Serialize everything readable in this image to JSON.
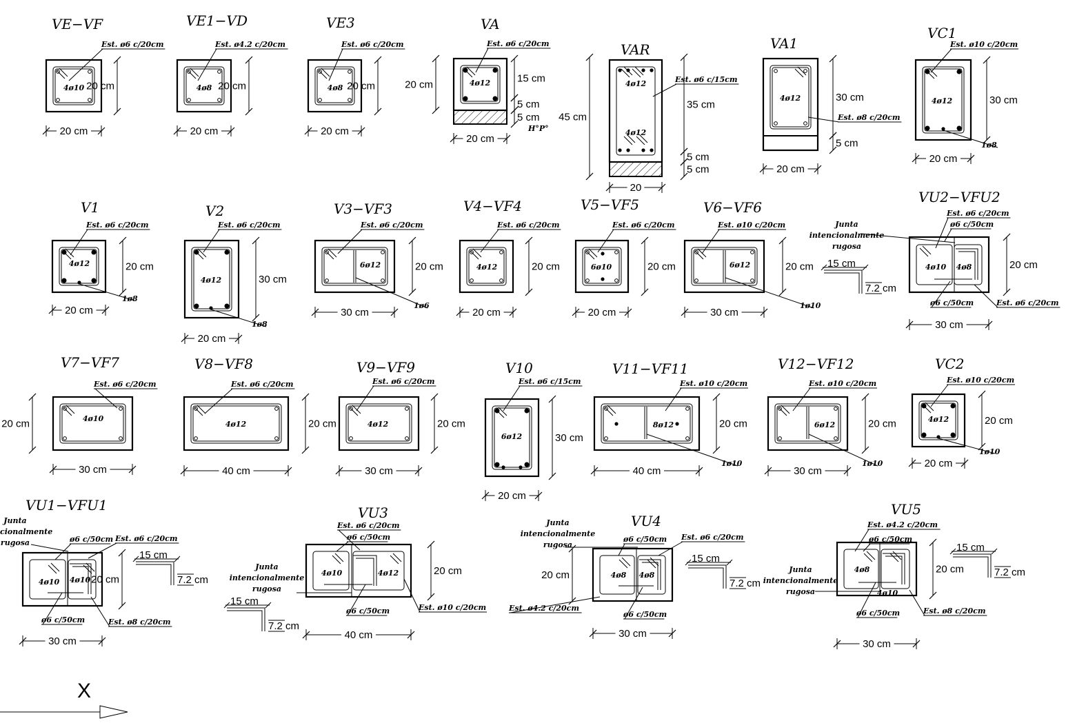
{
  "sections": [
    {
      "title": "VE−VF",
      "est": "Est. ø6 c/20cm",
      "bars": "4ø10",
      "width": "20 cm",
      "height": "20 cm"
    },
    {
      "title": "VE1−VD",
      "est": "Est. ø4.2 c/20cm",
      "bars": "4ø8",
      "width": "20 cm",
      "height": "20 cm"
    },
    {
      "title": "VE3",
      "est": "Est. ø6 c/20cm",
      "bars": "4ø8",
      "width": "20 cm",
      "height": "20 cm"
    },
    {
      "title": "VA",
      "est": "Est. ø6 c/20cm",
      "bars": "4ø12",
      "width": "20 cm",
      "height": "20 cm",
      "dim_a": "15 cm",
      "dim_b": "5 cm",
      "dim_c": "5 cm",
      "note": "H°P°"
    },
    {
      "title": "VAR",
      "est": "Est. ø6 c/15cm",
      "bars_top": "4ø12",
      "bars_bot": "4ø12",
      "width": "20",
      "height": "45 cm",
      "dim_a": "35 cm",
      "dim_b": "5 cm",
      "dim_c": "5 cm"
    },
    {
      "title": "VA1",
      "est": "Est. ø8 c/20cm",
      "bars": "4ø12",
      "width": "20 cm",
      "height": "30 cm",
      "dim_b": "5 cm"
    },
    {
      "title": "VC1",
      "est": "Est. ø10 c/20cm",
      "bars": "4ø12",
      "extra": "1ø8",
      "width": "20 cm",
      "height": "30 cm"
    },
    {
      "title": "V1",
      "est": "Est. ø6 c/20cm",
      "bars": "4ø12",
      "extra": "1ø8",
      "width": "20 cm",
      "height": "20 cm"
    },
    {
      "title": "V2",
      "est": "Est. ø6 c/20cm",
      "bars": "4ø12",
      "extra": "1ø8",
      "width": "20 cm",
      "height": "30 cm"
    },
    {
      "title": "V3−VF3",
      "est": "Est. ø6 c/20cm",
      "bars": "6ø12",
      "extra": "1ø6",
      "width": "30 cm",
      "height": "20 cm"
    },
    {
      "title": "V4−VF4",
      "est": "Est. ø6 c/20cm",
      "bars": "4ø12",
      "width": "20 cm",
      "height": "20 cm"
    },
    {
      "title": "V5−VF5",
      "est": "Est. ø6 c/20cm",
      "bars": "6ø10",
      "width": "20 cm",
      "height": "20 cm"
    },
    {
      "title": "V6−VF6",
      "est": "Est. ø10 c/20cm",
      "bars": "6ø12",
      "extra": "1ø10",
      "width": "30 cm",
      "height": "20 cm"
    },
    {
      "title": "VU2−VFU2",
      "est": "Est. ø6 c/20cm",
      "est2": "ø6 c/50cm",
      "est3": "ø6 c/50cm",
      "est4": "Est. ø6 c/20cm",
      "bars": "4ø10",
      "bars2": "4ø8",
      "width": "30 cm",
      "height": "20 cm",
      "junta": [
        "Junta",
        "intencionalmente",
        "rugosa"
      ],
      "hook_w": "15 cm",
      "hook_h": "7.2 cm"
    },
    {
      "title": "V7−VF7",
      "est": "Est. ø6 c/20cm",
      "bars": "4ø10",
      "width": "30 cm",
      "height": "20 cm"
    },
    {
      "title": "V8−VF8",
      "est": "Est. ø6 c/20cm",
      "bars": "4ø12",
      "width": "40 cm",
      "height": "20 cm"
    },
    {
      "title": "V9−VF9",
      "est": "Est. ø6 c/20cm",
      "bars": "4ø12",
      "width": "30 cm",
      "height": "20 cm"
    },
    {
      "title": "V10",
      "est": "Est. ø6 c/15cm",
      "bars": "6ø12",
      "width": "20 cm",
      "height": "30 cm"
    },
    {
      "title": "V11−VF11",
      "est": "Est. ø10 c/20cm",
      "bars": "8ø12",
      "extra": "1ø10",
      "width": "40 cm",
      "height": "20 cm"
    },
    {
      "title": "V12−VF12",
      "est": "Est. ø10 c/20cm",
      "bars": "6ø12",
      "extra": "1ø10",
      "width": "30 cm",
      "height": "20 cm"
    },
    {
      "title": "VC2",
      "est": "Est. ø10 c/20cm",
      "bars": "4ø12",
      "extra": "1ø10",
      "width": "20 cm",
      "height": "20 cm"
    },
    {
      "title": "VU1−VFU1",
      "est": "Est. ø6 c/20cm",
      "est2": "ø6 c/50cm",
      "est3": "ø6 c/50cm",
      "est4": "Est. ø8 c/20cm",
      "bars": "4ø10",
      "bars2": "4ø10",
      "width": "30 cm",
      "height": "20 cm",
      "junta": [
        "Junta",
        "intencionalmente",
        "rugosa"
      ],
      "hook_w": "15 cm",
      "hook_h": "7.2 cm"
    },
    {
      "title": "VU3",
      "est": "Est. ø6 c/20cm",
      "est2": "ø6 c/50cm",
      "est3": "ø6 c/50cm",
      "est4": "Est. ø10 c/20cm",
      "bars": "4ø10",
      "bars2": "4ø12",
      "width": "40 cm",
      "height": "20 cm",
      "junta": [
        "Junta",
        "intencionalmente",
        "rugosa"
      ],
      "hook_w": "15 cm",
      "hook_h": "7.2 cm"
    },
    {
      "title": "VU4",
      "est": "Est. ø6 c/20cm",
      "est2": "ø6 c/50cm",
      "est3": "ø6 c/50cm",
      "est4": "Est. ø4.2 c/20cm",
      "bars": "4ø8",
      "bars2": "4ø8",
      "width": "30 cm",
      "height": "20 cm",
      "junta": [
        "Junta",
        "intencionalmente",
        "rugosa"
      ],
      "hook_w": "15 cm",
      "hook_h": "7.2 cm"
    },
    {
      "title": "VU5",
      "est": "Est. ø4.2 c/20cm",
      "est2": "ø6 c/50cm",
      "est3": "ø6 c/50cm",
      "est4": "Est. ø8 c/20cm",
      "bars": "4ø8",
      "bars2": "4ø10",
      "width": "30 cm",
      "height": "20 cm",
      "junta": [
        "Junta",
        "intencionalmente",
        "rugosa"
      ],
      "hook_w": "15 cm",
      "hook_h": "7.2 cm"
    }
  ],
  "axis_label": "X",
  "colors": {
    "line": "#000000",
    "background": "#ffffff"
  }
}
